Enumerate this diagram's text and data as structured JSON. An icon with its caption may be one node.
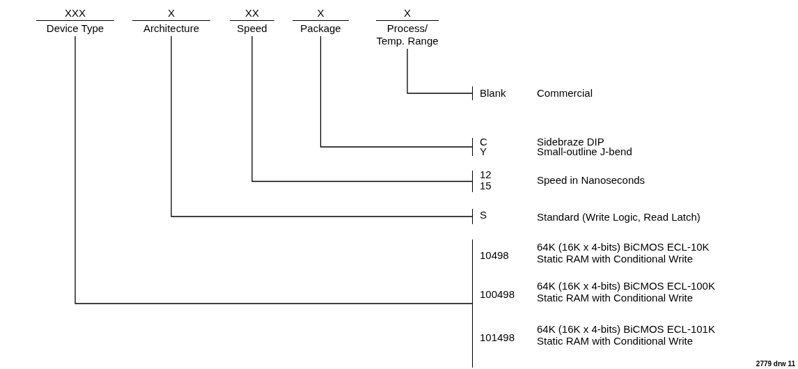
{
  "diagram": {
    "nodes": [
      {
        "text": [
          "XXX",
          "Device Type"
        ]
      },
      {
        "text": [
          "X",
          "Architecture"
        ]
      },
      {
        "text": [
          "XX",
          "Speed"
        ]
      },
      {
        "text": [
          "X",
          "Package"
        ]
      },
      {
        "text": [
          "X",
          "Process/ Temp. Range"
        ]
      },
      {
        "text": [
          "Blank",
          "Commercial"
        ]
      },
      {
        "text": [
          "C",
          "Sidebraze DIP",
          "Y",
          "Small-outline J-bend"
        ]
      },
      {
        "text": [
          "12",
          "15",
          "Speed in Nanoseconds"
        ]
      },
      {
        "text": [
          "S",
          "Standard (Write Logic, Read Latch)"
        ]
      },
      {
        "text": [
          "10498",
          "64K (16K x 4-bits) BiCMOS ECL-10K Static RAM with Conditional Write",
          "100498",
          "64K (16K x 4-bits) BiCMOS ECL-100K Static RAM with Conditional Write",
          "101498",
          "64K (16K x 4-bits) BiCMOS ECL-101K Static RAM with Conditional Write"
        ]
      }
    ],
    "edges": [
      {
        "from": 4,
        "to": 5,
        "arrow": "none"
      },
      {
        "from": 3,
        "to": 6,
        "arrow": "none"
      },
      {
        "from": 2,
        "to": 7,
        "arrow": "none"
      },
      {
        "from": 1,
        "to": 8,
        "arrow": "none"
      },
      {
        "from": 0,
        "to": 9,
        "arrow": "none"
      }
    ],
    "labels": [
      "2779 drw 11"
    ]
  }
}
